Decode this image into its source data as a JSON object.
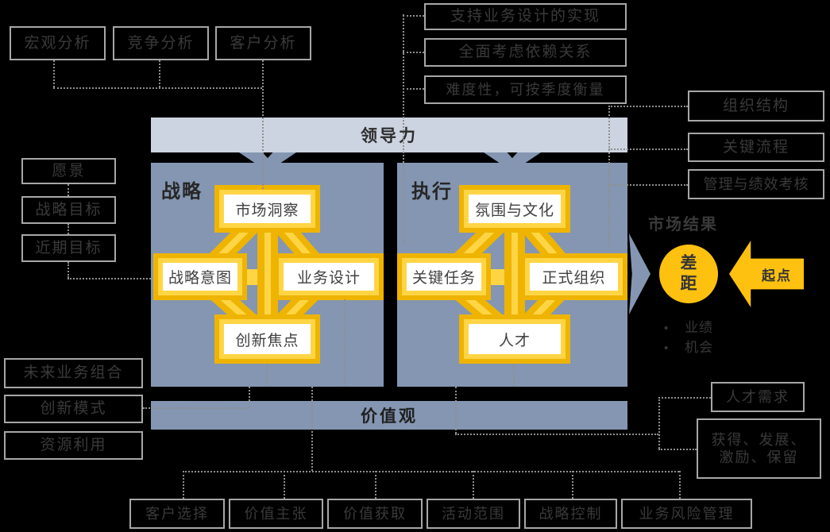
{
  "colors": {
    "background": "#000000",
    "panel_slate": "#8496b2",
    "leadership_bar": "#cdd4e1",
    "gold": "#eeb400",
    "light_yellow": "#ffd545",
    "accent_yellow": "#fec110",
    "box_border_gray": "#a7a7a7",
    "dotted_gray": "#8f8f8f"
  },
  "analysis": {
    "macro": "宏观分析",
    "competition": "竞争分析",
    "customer": "客户分析"
  },
  "execution_notes": {
    "support": "支持业务设计的实现",
    "dependency": "全面考虑依赖关系",
    "difficulty": "难度性，可按季度衡量"
  },
  "org_notes": {
    "structure": "组织结构",
    "process": "关键流程",
    "performance": "管理与绩效考核"
  },
  "vision_chain": {
    "vision": "愿景",
    "strategic_goal": "战略目标",
    "near_goal": "近期目标"
  },
  "strategy_notes": {
    "future_portfolio": "未来业务组合",
    "innovation_model": "创新模式",
    "resource": "资源利用"
  },
  "talent_notes": {
    "demand": "人才需求",
    "lifecycle": [
      "获得、发展、",
      "激励、保留"
    ]
  },
  "business_design_notes": {
    "customer_select": "客户选择",
    "value_prop": "价值主张",
    "value_capture": "价值获取",
    "scope": "活动范围",
    "control": "战略控制",
    "risk": "业务风险管理"
  },
  "framework": {
    "leadership": "领导力",
    "values": "价值观",
    "strategy": {
      "title": "战略",
      "top": "市场洞察",
      "left": "战略意图",
      "right": "业务设计",
      "bottom": "创新焦点"
    },
    "execution": {
      "title": "执行",
      "top": "氛围与文化",
      "left": "关键任务",
      "right": "正式组织",
      "bottom": "人才"
    }
  },
  "result": {
    "title": "市场结果",
    "gap": "差距",
    "start": "起点",
    "bullets": [
      "业绩",
      "机会"
    ]
  }
}
